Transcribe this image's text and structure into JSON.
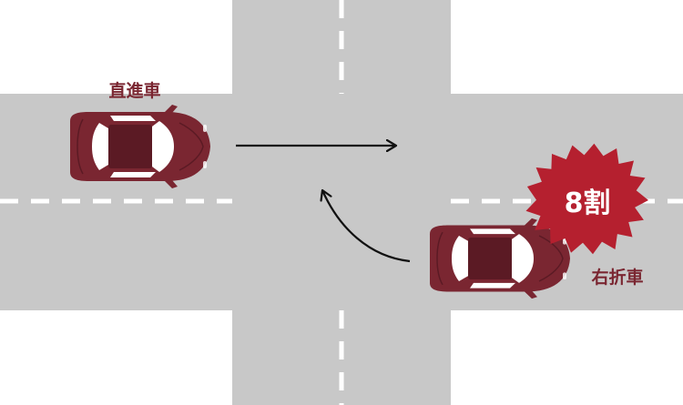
{
  "labels": {
    "straight_car": "直進車",
    "right_turn_car": "右折車",
    "fault_ratio": "8割"
  },
  "colors": {
    "road": "#c8c8c8",
    "lane_marking": "#ffffff",
    "car_body": "#7a2631",
    "car_dark": "#5b1a24",
    "car_window": "#ffffff",
    "label_text": "#7a2631",
    "badge": "#b5202f",
    "badge_text": "#ffffff",
    "arrow": "#111111"
  },
  "icons": {
    "straight_car": "car-top-view-icon",
    "right_turn_car": "car-top-view-icon",
    "fault_badge": "starburst-badge-icon",
    "straight_arrow": "arrow-right-icon",
    "turn_arrow": "curved-arrow-icon"
  }
}
